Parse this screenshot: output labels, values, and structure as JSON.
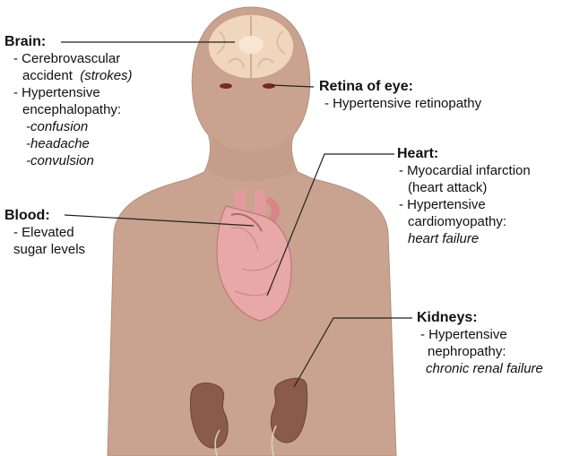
{
  "colors": {
    "body": "#c9a38f",
    "body_edge": "#b58e7a",
    "brain": "#efd6bd",
    "heart": "#e69a9a",
    "kidney": "#8a5a4a",
    "eye": "#7a2a1a"
  },
  "brain": {
    "title": "Brain:",
    "items": [
      "- Cerebrovascular",
      "accident",
      "(strokes)",
      "- Hypertensive",
      "encephalopathy:",
      "-confusion",
      "-headache",
      "-convulsion"
    ]
  },
  "retina": {
    "title": "Retina of eye:",
    "items": [
      "- Hypertensive retinopathy"
    ]
  },
  "heart": {
    "title": "Heart:",
    "items": [
      "- Myocardial infarction",
      "(heart attack)",
      "- Hypertensive",
      "cardiomyopathy:",
      "heart failure"
    ]
  },
  "blood": {
    "title": "Blood:",
    "items": [
      "- Elevated",
      "sugar levels"
    ]
  },
  "kidneys": {
    "title": "Kidneys:",
    "items": [
      "- Hypertensive",
      "nephropathy:",
      "chronic renal failure"
    ]
  }
}
